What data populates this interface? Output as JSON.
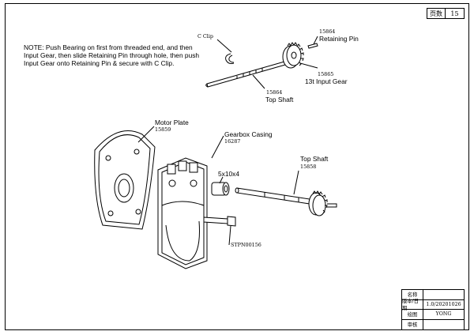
{
  "page": {
    "label": "页数",
    "number": "15"
  },
  "note": "NOTE: Push Bearing on first from threaded end, and then Input Gear, then slide Retaining Pin through hole, then push Input Gear onto Retaining Pin & secure with C Clip.",
  "callouts_top": {
    "c_clip": "C Clip",
    "retaining_pin_code": "15864",
    "retaining_pin": "Retaining Pin",
    "input_gear_code": "15865",
    "input_gear": "13t Input Gear",
    "top_shaft_code": "15864",
    "top_shaft": "Top Shaft"
  },
  "callouts_bottom": {
    "motor_plate": "Motor Plate",
    "motor_plate_code": "15859",
    "gearbox_casing": "Gearbox Casing",
    "gearbox_casing_code": "16287",
    "bearing_size": "5x10x4",
    "top_shaft": "Top Shaft",
    "top_shaft_code": "15858",
    "screw_code": "STPN00156"
  },
  "title_block": [
    {
      "key": "名称",
      "value": ""
    },
    {
      "key": "版本/日期",
      "value": "1.0/20201026"
    },
    {
      "key": "绘图",
      "value": "YONG"
    },
    {
      "key": "审核",
      "value": ""
    }
  ]
}
